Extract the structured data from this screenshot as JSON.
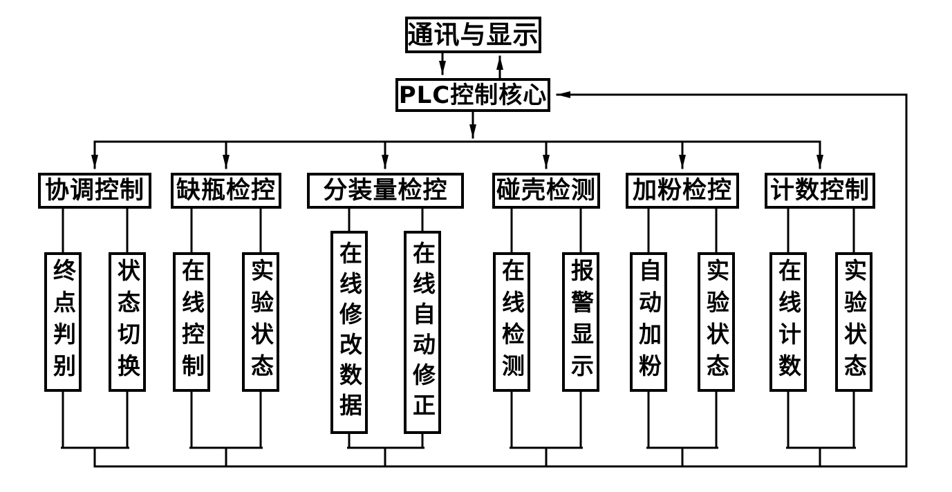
{
  "colors": {
    "line": "#000000",
    "background": "#ffffff",
    "box_fill": "#ffffff",
    "text": "#000000"
  },
  "nodes": {
    "top": "通讯与显示",
    "core": "PLC控制核心"
  },
  "branches": [
    {
      "label": "协调控制",
      "children": [
        "终点判别",
        "状态切换"
      ]
    },
    {
      "label": "缺瓶检控",
      "children": [
        "在线控制",
        "实验状态"
      ]
    },
    {
      "label": "分装量检控",
      "children": [
        "在线修改数据",
        "在线自动修正"
      ]
    },
    {
      "label": "碰壳检测",
      "children": [
        "在线检测",
        "报警显示"
      ]
    },
    {
      "label": "加粉检控",
      "children": [
        "自动加粉",
        "实验状态"
      ]
    },
    {
      "label": "计数控制",
      "children": [
        "在线计数",
        "实验状态"
      ]
    }
  ]
}
